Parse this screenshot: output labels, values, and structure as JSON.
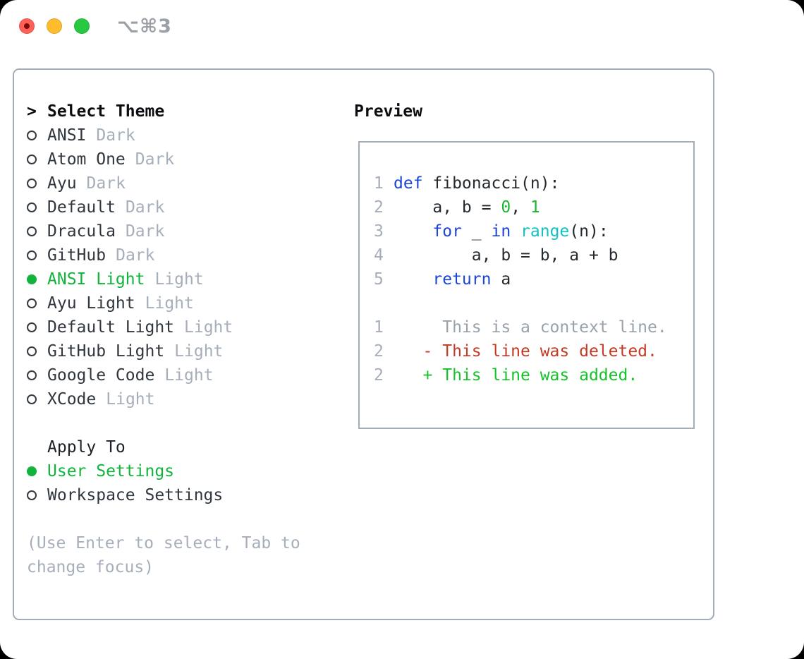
{
  "titlebar": {
    "shortcut": "⌥⌘3",
    "buttons": [
      "close",
      "minimize",
      "zoom"
    ]
  },
  "theme_list": {
    "header_marker": ">",
    "header": "Select Theme",
    "items": [
      {
        "name": "ANSI",
        "variant": "Dark",
        "selected": false
      },
      {
        "name": "Atom One",
        "variant": "Dark",
        "selected": false
      },
      {
        "name": "Ayu",
        "variant": "Dark",
        "selected": false
      },
      {
        "name": "Default",
        "variant": "Dark",
        "selected": false
      },
      {
        "name": "Dracula",
        "variant": "Dark",
        "selected": false
      },
      {
        "name": "GitHub",
        "variant": "Dark",
        "selected": false
      },
      {
        "name": "ANSI Light",
        "variant": "Light",
        "selected": true
      },
      {
        "name": "Ayu Light",
        "variant": "Light",
        "selected": false
      },
      {
        "name": "Default Light",
        "variant": "Light",
        "selected": false
      },
      {
        "name": "GitHub Light",
        "variant": "Light",
        "selected": false
      },
      {
        "name": "Google Code",
        "variant": "Light",
        "selected": false
      },
      {
        "name": "XCode",
        "variant": "Light",
        "selected": false
      }
    ]
  },
  "apply_to": {
    "header": "Apply To",
    "options": [
      {
        "label": "User Settings",
        "selected": true
      },
      {
        "label": "Workspace Settings",
        "selected": false
      }
    ]
  },
  "hint": {
    "line1": "(Use Enter to select, Tab to",
    "line2": "change focus)"
  },
  "preview": {
    "header": "Preview",
    "code_lines": [
      {
        "num": "1",
        "segments": [
          {
            "t": "def",
            "c": "kw"
          },
          {
            "t": " fibonacci(n):",
            "c": "code"
          }
        ]
      },
      {
        "num": "2",
        "segments": [
          {
            "t": "    a, b = ",
            "c": "code"
          },
          {
            "t": "0",
            "c": "lit"
          },
          {
            "t": ", ",
            "c": "code"
          },
          {
            "t": "1",
            "c": "lit"
          }
        ]
      },
      {
        "num": "3",
        "segments": [
          {
            "t": "    ",
            "c": "code"
          },
          {
            "t": "for",
            "c": "kw"
          },
          {
            "t": " _ ",
            "c": "code"
          },
          {
            "t": "in",
            "c": "kw"
          },
          {
            "t": " ",
            "c": "code"
          },
          {
            "t": "range",
            "c": "fn"
          },
          {
            "t": "(n):",
            "c": "code"
          }
        ]
      },
      {
        "num": "4",
        "segments": [
          {
            "t": "        a, b = b, a + b",
            "c": "code"
          }
        ]
      },
      {
        "num": "5",
        "segments": [
          {
            "t": "    ",
            "c": "code"
          },
          {
            "t": "return",
            "c": "kw"
          },
          {
            "t": " a",
            "c": "code"
          }
        ]
      }
    ],
    "diff_lines": [
      {
        "num": "1",
        "kind": "context",
        "segments": [
          {
            "t": "     This is a context line.",
            "c": "ctx"
          }
        ]
      },
      {
        "num": "2",
        "kind": "deleted",
        "segments": [
          {
            "t": "   - This line was deleted.",
            "c": "del"
          }
        ]
      },
      {
        "num": "2",
        "kind": "added",
        "segments": [
          {
            "t": "   + This line was added.",
            "c": "add"
          }
        ]
      }
    ]
  },
  "colors": {
    "background": "#000000",
    "window_bg": "#ffffff",
    "border": "#a4acb8",
    "header_text": "#0b0d10",
    "item_text": "#30363d",
    "muted": "#a6aeba",
    "green_ui": "#10b43c",
    "code_text": "#24292e",
    "keyword_blue": "#1c45d8",
    "function_cyan": "#13c0c4",
    "literal_green": "#1db42e",
    "diff_red": "#c53a24",
    "diff_green": "#16c22a",
    "context_gray": "#99a1ab",
    "linenum_gray": "#a6aeba",
    "shortcut_gray": "#9aa0a6",
    "traffic_red": "#ff5f57",
    "traffic_red_dot": "#7a0c06",
    "traffic_yellow": "#febc2e",
    "traffic_green": "#28c840"
  }
}
